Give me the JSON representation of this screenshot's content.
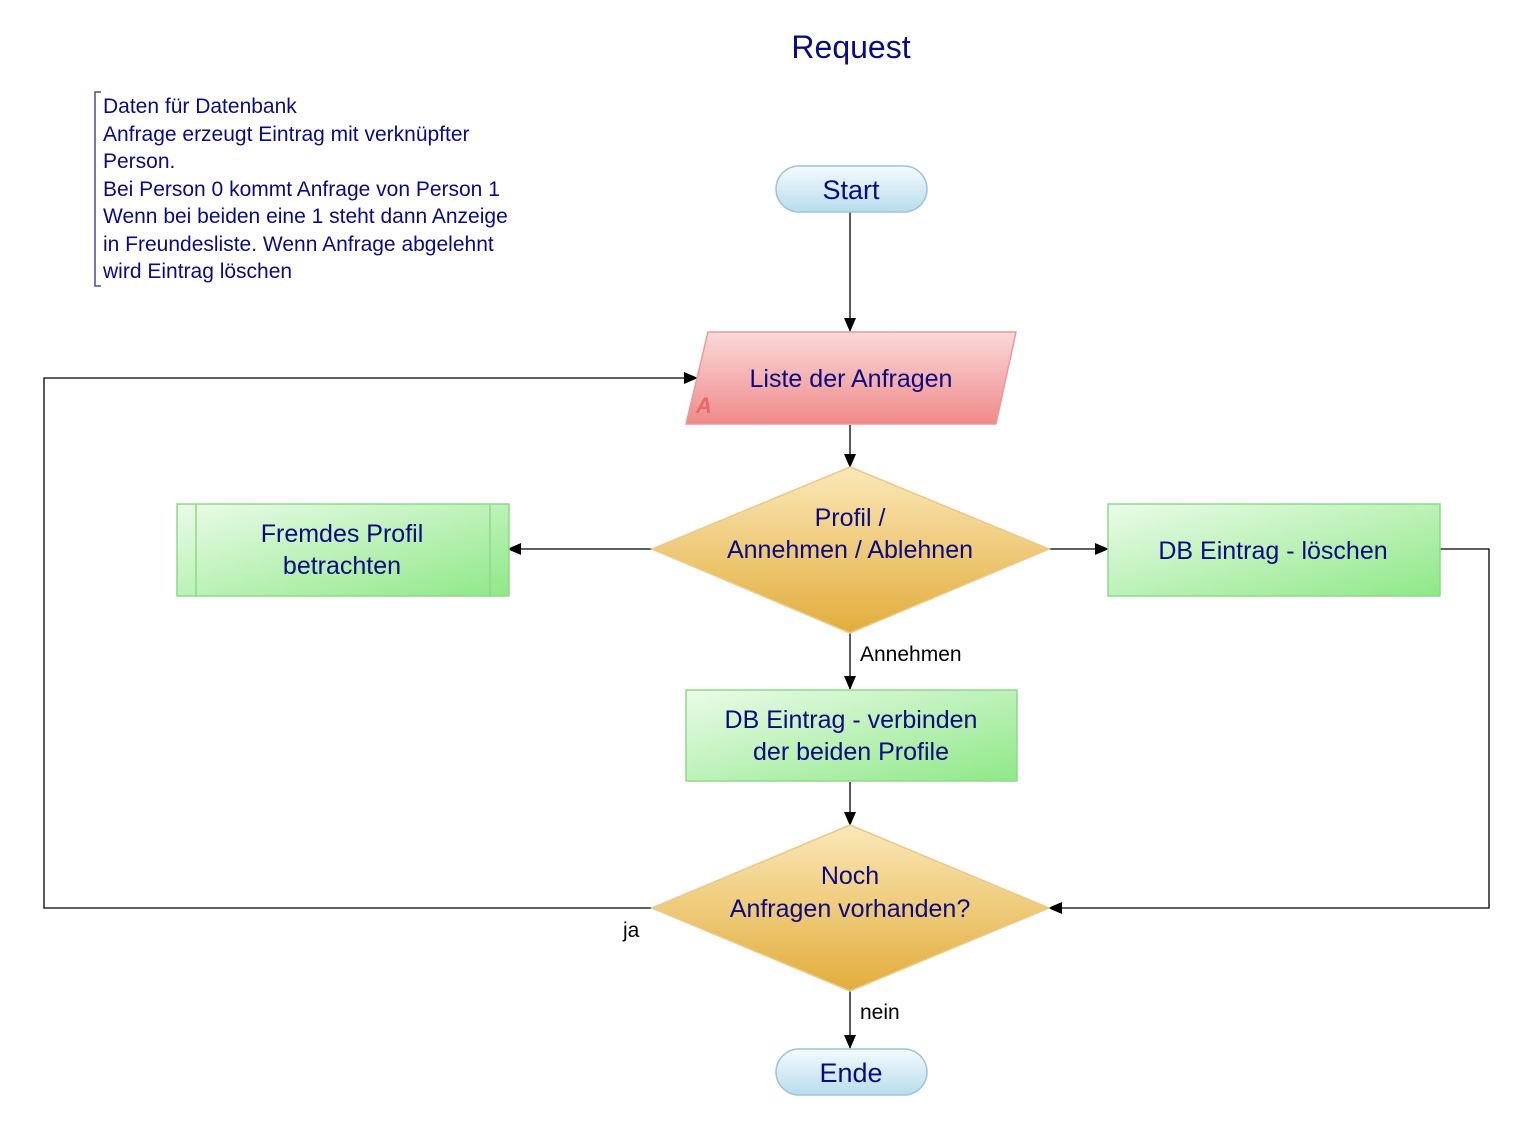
{
  "title": "Request",
  "note": {
    "lines": [
      "Daten für Datenbank",
      "Anfrage erzeugt Eintrag mit verknüpfter",
      "Person.",
      "Bei Person 0 kommt Anfrage von Person 1",
      "Wenn bei beiden eine 1 steht dann Anzeige",
      "in Freundesliste. Wenn Anfrage abgelehnt",
      "wird Eintrag löschen"
    ]
  },
  "nodes": {
    "start": "Start",
    "liste": "Liste der Anfragen",
    "connector": "A",
    "decision1_line1": "Profil /",
    "decision1_line2": "Annehmen / Ablehnen",
    "fremdes_line1": "Fremdes Profil",
    "fremdes_line2": "betrachten",
    "loeschen": "DB Eintrag - löschen",
    "verbinden_line1": "DB Eintrag - verbinden",
    "verbinden_line2": "der beiden Profile",
    "decision2_line1": "Noch",
    "decision2_line2": "Anfragen vorhanden?",
    "ende": "Ende"
  },
  "edge_labels": {
    "annehmen": "Annehmen",
    "ja": "ja",
    "nein": "nein"
  },
  "colors": {
    "text": "#0b0b80",
    "terminal_fill": "#cfe8f3",
    "io_fill": "#f29a9a",
    "decision_fill": "#e8b94c",
    "process_fill": "#a5eea0",
    "line": "#000000"
  }
}
